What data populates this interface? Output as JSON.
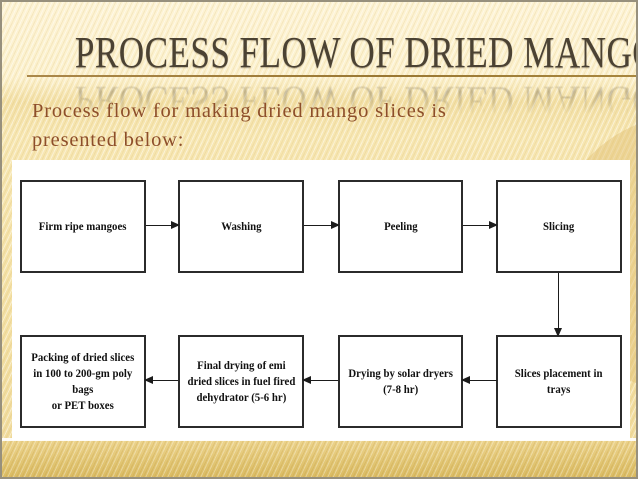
{
  "slide": {
    "title": "PROCESS FLOW OF DRIED MANGO",
    "subtitle": "Process flow for making dried mango slices is presented below:"
  },
  "flowchart": {
    "boxes": [
      {
        "id": "firm-ripe-mangoes",
        "label": "Firm ripe mangoes"
      },
      {
        "id": "washing",
        "label": "Washing"
      },
      {
        "id": "peeling",
        "label": "Peeling"
      },
      {
        "id": "slicing",
        "label": "Slicing"
      },
      {
        "id": "packing",
        "label": "Packing of dried slices\nin 100 to 200-gm poly\nbags\nor PET boxes"
      },
      {
        "id": "final-drying",
        "label": "Final drying of emi\ndried slices in fuel fired\ndehydrator (5-6 hr)"
      },
      {
        "id": "solar-drying",
        "label": "Drying by solar dryers\n(7-8 hr)"
      },
      {
        "id": "slices-placement",
        "label": "Slices placement in\ntrays"
      }
    ],
    "connections": [
      "Firm ripe mangoes -> Washing",
      "Washing -> Peeling",
      "Peeling -> Slicing",
      "Slicing -> Slices placement in trays",
      "Slices placement in trays -> Drying by solar dryers (7-8 hr)",
      "Drying by solar dryers (7-8 hr) -> Final drying of emi dried slices in fuel fired dehydrator (5-6 hr)",
      "Final drying of emi dried slices in fuel fired dehydrator (5-6 hr) -> Packing of dried slices in 100 to 200-gm poly bags or PET boxes"
    ]
  },
  "colors": {
    "title_text": "#4b4233",
    "subtitle_text": "#8d4e2a",
    "background_cream": "#fbeec6",
    "bottom_band_gold": "#e2c674",
    "panel_background": "#ffffff",
    "box_border": "#2b2b2b",
    "box_text": "#111111",
    "underline_gold": "#9a7833"
  }
}
